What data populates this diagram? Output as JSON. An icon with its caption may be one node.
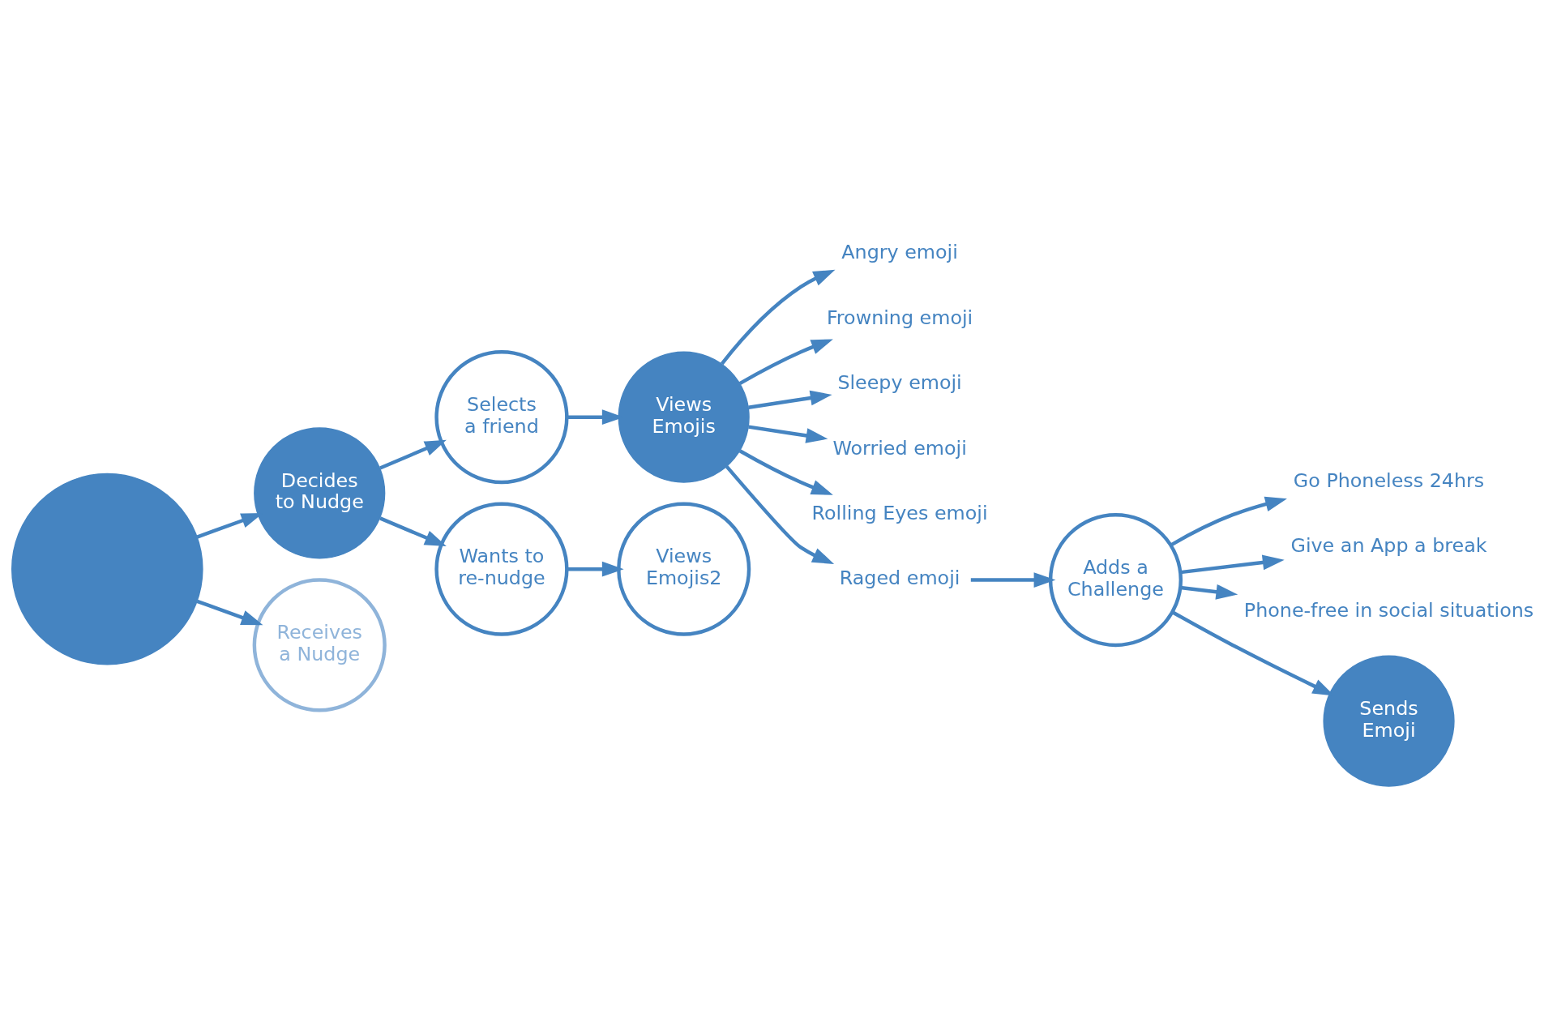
{
  "diagram": {
    "nodes": [
      {
        "text": [],
        "shape": "circle"
      },
      {
        "text": [
          "Decides to Nudge"
        ]
      },
      {
        "text": [
          "Receives a Nudge"
        ]
      },
      {
        "text": [
          "Selects a friend"
        ]
      },
      {
        "text": [
          "Wants to re-nudge"
        ]
      },
      {
        "text": [
          "Views Emojis"
        ]
      },
      {
        "text": [
          "Views Emojis2"
        ]
      },
      {
        "text": [
          "Angry emoji"
        ]
      },
      {
        "text": [
          "Frowning emoji"
        ]
      },
      {
        "text": [
          "Sleepy emoji"
        ]
      },
      {
        "text": [
          "Worried emoji"
        ]
      },
      {
        "text": [
          "Rolling Eyes emoji"
        ]
      },
      {
        "text": [
          "Raged emoji"
        ]
      },
      {
        "text": [
          "Adds a Challenge"
        ]
      },
      {
        "text": [
          "Go Phoneless 24hrs"
        ]
      },
      {
        "text": [
          "Give an App a break"
        ]
      },
      {
        "text": [
          "Phone-free in social situations"
        ]
      },
      {
        "text": [
          "Sends Emoji"
        ]
      }
    ],
    "edges": [
      {
        "from": 0,
        "to": 1,
        "arrow": "to"
      },
      {
        "from": 0,
        "to": 2,
        "arrow": "to"
      },
      {
        "from": 1,
        "to": 3,
        "arrow": "to"
      },
      {
        "from": 1,
        "to": 4,
        "arrow": "to"
      },
      {
        "from": 3,
        "to": 5,
        "arrow": "to"
      },
      {
        "from": 4,
        "to": 6,
        "arrow": "to"
      },
      {
        "from": 5,
        "to": 7,
        "arrow": "to"
      },
      {
        "from": 5,
        "to": 8,
        "arrow": "to"
      },
      {
        "from": 5,
        "to": 9,
        "arrow": "to"
      },
      {
        "from": 5,
        "to": 10,
        "arrow": "to"
      },
      {
        "from": 5,
        "to": 11,
        "arrow": "to"
      },
      {
        "from": 5,
        "to": 12,
        "arrow": "to"
      },
      {
        "from": 12,
        "to": 13,
        "arrow": "to"
      },
      {
        "from": 13,
        "to": 14,
        "arrow": "to"
      },
      {
        "from": 13,
        "to": 15,
        "arrow": "to"
      },
      {
        "from": 13,
        "to": 16,
        "arrow": "to"
      },
      {
        "from": 13,
        "to": 17,
        "arrow": "to"
      }
    ]
  }
}
